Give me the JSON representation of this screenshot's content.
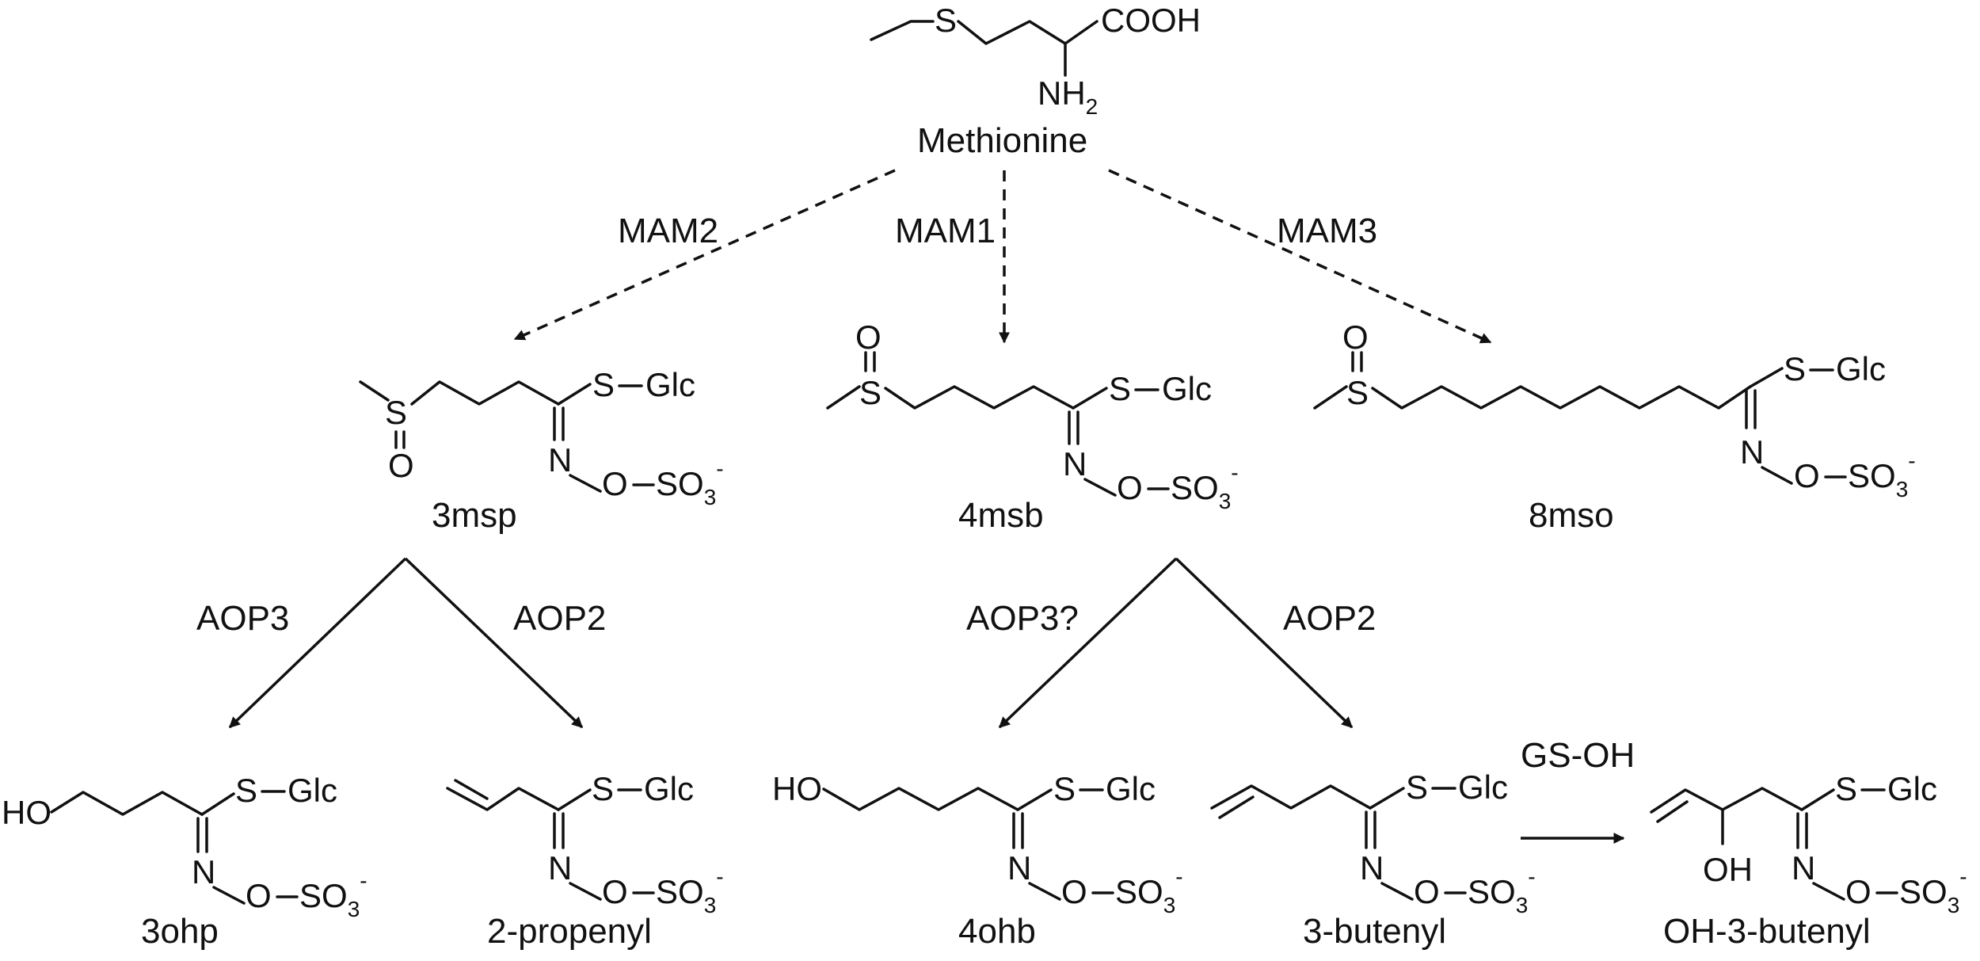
{
  "precursor": {
    "name": "Methionine",
    "sulfur": "S",
    "acid": "COOH",
    "amine": "NH",
    "amine_sub": "2"
  },
  "enzymes": {
    "mam2": "MAM2",
    "mam1": "MAM1",
    "mam3": "MAM3",
    "aop3_left": "AOP3",
    "aop2_left": "AOP2",
    "aop3_mid": "AOP3?",
    "aop2_mid": "AOP2",
    "gsoh": "GS-OH"
  },
  "compounds": {
    "c3msp": "3msp",
    "c4msb": "4msb",
    "c8mso": "8mso",
    "c3ohp": "3ohp",
    "c2propenyl": "2-propenyl",
    "c4ohb": "4ohb",
    "c3butenyl": "3-butenyl",
    "coh3butenyl": "OH-3-butenyl"
  },
  "groups": {
    "sglc": "S",
    "glc": "Glc",
    "n": "N",
    "o": "O",
    "so3": "SO",
    "so3_sub": "3",
    "charge": "-",
    "sulfinyl_s": "S",
    "sulfinyl_o": "O",
    "ho": "HO",
    "oh": "OH"
  }
}
